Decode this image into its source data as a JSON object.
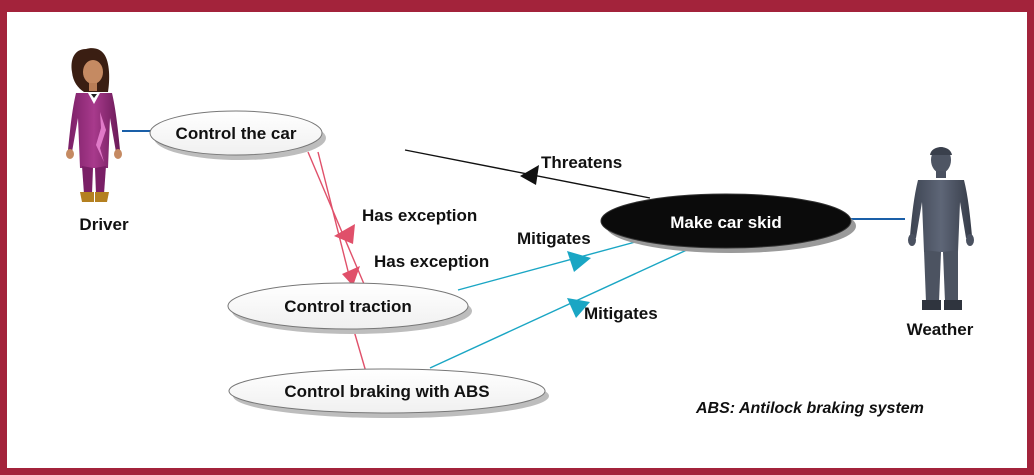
{
  "diagram": {
    "actors": {
      "driver": "Driver",
      "weather": "Weather"
    },
    "use_cases": {
      "control_car": "Control the car",
      "make_skid": "Make car skid",
      "control_traction": "Control traction",
      "control_braking": "Control braking with ABS"
    },
    "relations": {
      "threatens": "Threatens",
      "has_exception_1": "Has exception",
      "has_exception_2": "Has exception",
      "mitigates_1": "Mitigates",
      "mitigates_2": "Mitigates"
    },
    "note": "ABS: Antilock braking system",
    "colors": {
      "frame": "#a3233b",
      "has_exception": "#e0506a",
      "mitigates": "#1aa6c4",
      "threatens": "#111111",
      "association": "#1a5fa8"
    }
  }
}
